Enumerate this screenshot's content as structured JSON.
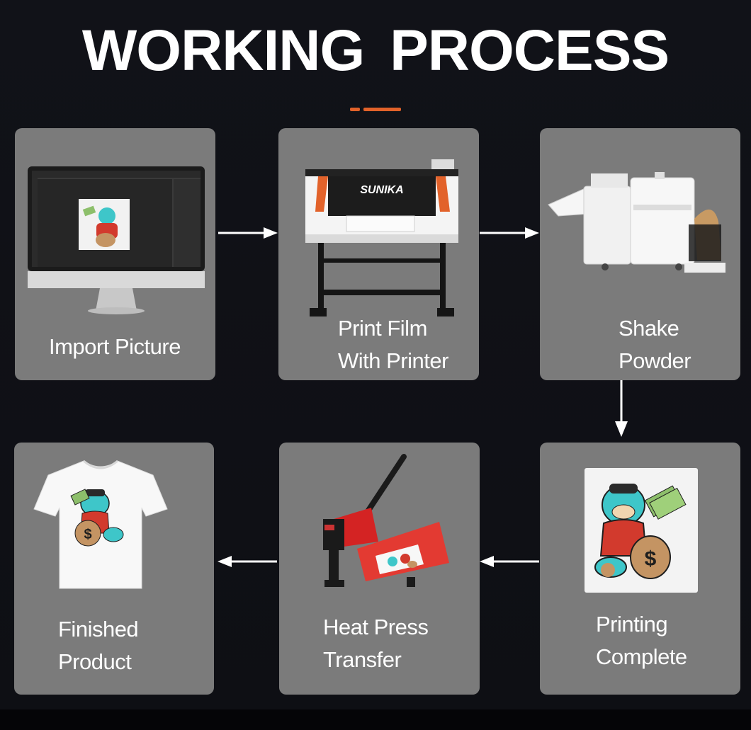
{
  "title": "WORKING PROCESS",
  "accent_color": "#e2622a",
  "card_color": "#7b7b7b",
  "background_color": "#0e0f14",
  "steps": [
    {
      "label_lines": [
        "Import Picture"
      ],
      "image": "monitor-icon"
    },
    {
      "label_lines": [
        "Print Film",
        "With Printer"
      ],
      "image": "printer-icon",
      "brand": "SUNIKA"
    },
    {
      "label_lines": [
        "Shake",
        "Powder"
      ],
      "image": "powder-shaker-icon"
    },
    {
      "label_lines": [
        "Printing",
        "Complete"
      ],
      "image": "printed-bear-icon"
    },
    {
      "label_lines": [
        "Heat Press",
        "Transfer"
      ],
      "image": "heat-press-icon"
    },
    {
      "label_lines": [
        "Finished",
        "Product"
      ],
      "image": "tshirt-icon"
    }
  ],
  "arrows": [
    "right",
    "right",
    "down",
    "left",
    "left"
  ]
}
